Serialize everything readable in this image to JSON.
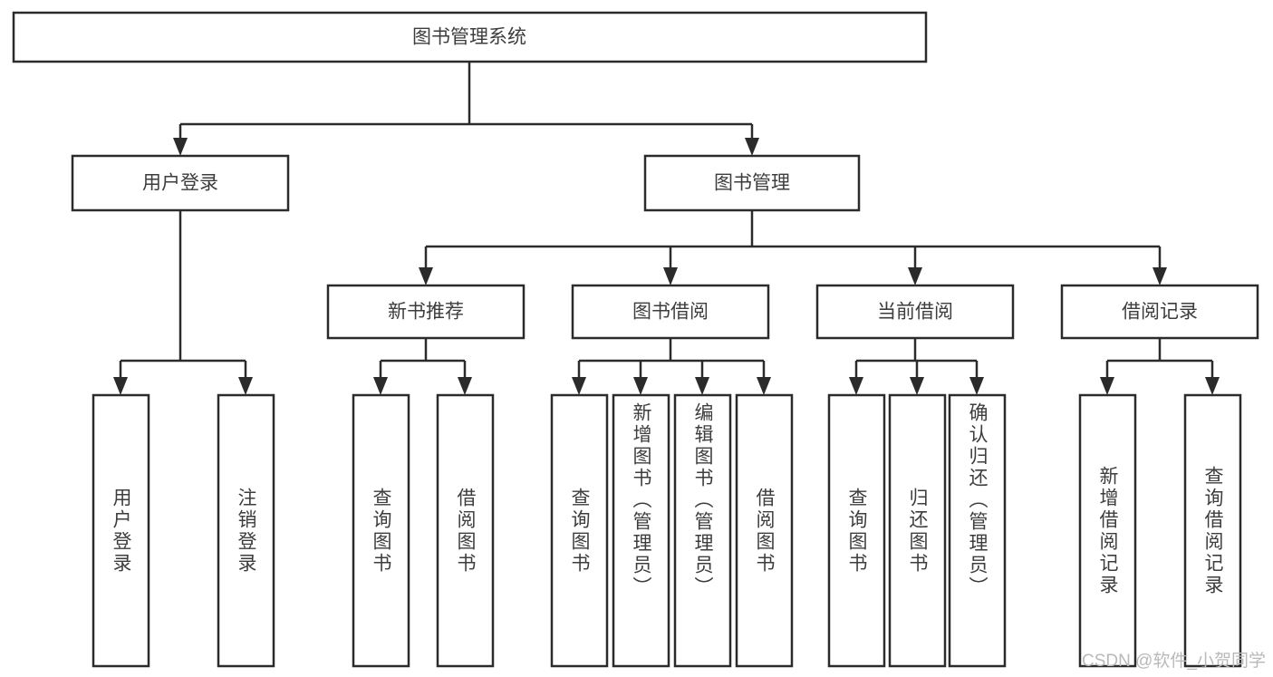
{
  "diagram": {
    "title": "图书管理系统",
    "type": "tree-hierarchy-functional-decomposition",
    "root": {
      "label": "图书管理系统"
    },
    "level2": [
      {
        "label": "用户登录"
      },
      {
        "label": "图书管理"
      }
    ],
    "level3": [
      {
        "label": "新书推荐"
      },
      {
        "label": "图书借阅"
      },
      {
        "label": "当前借阅"
      },
      {
        "label": "借阅记录"
      }
    ],
    "leaves": {
      "user_login": [
        {
          "label": "用户登录"
        },
        {
          "label": "注销登录"
        }
      ],
      "new_book_recommend": [
        {
          "label": "查询图书"
        },
        {
          "label": "借阅图书"
        }
      ],
      "book_borrow": [
        {
          "label": "查询图书"
        },
        {
          "label": "新增图书（管理员）"
        },
        {
          "label": "编辑图书（管理员）"
        },
        {
          "label": "借阅图书"
        }
      ],
      "current_borrow": [
        {
          "label": "查询图书"
        },
        {
          "label": "归还图书"
        },
        {
          "label": "确认归还（管理员）"
        }
      ],
      "borrow_record": [
        {
          "label": "新增借阅记录"
        },
        {
          "label": "查询借阅记录"
        }
      ]
    }
  },
  "watermark": {
    "text": "CSDN @软件_小贺同学"
  },
  "colors": {
    "stroke": "#2b2b2b",
    "fill": "#ffffff",
    "text": "#3d3d3d",
    "watermark": "#b9b9b9"
  }
}
